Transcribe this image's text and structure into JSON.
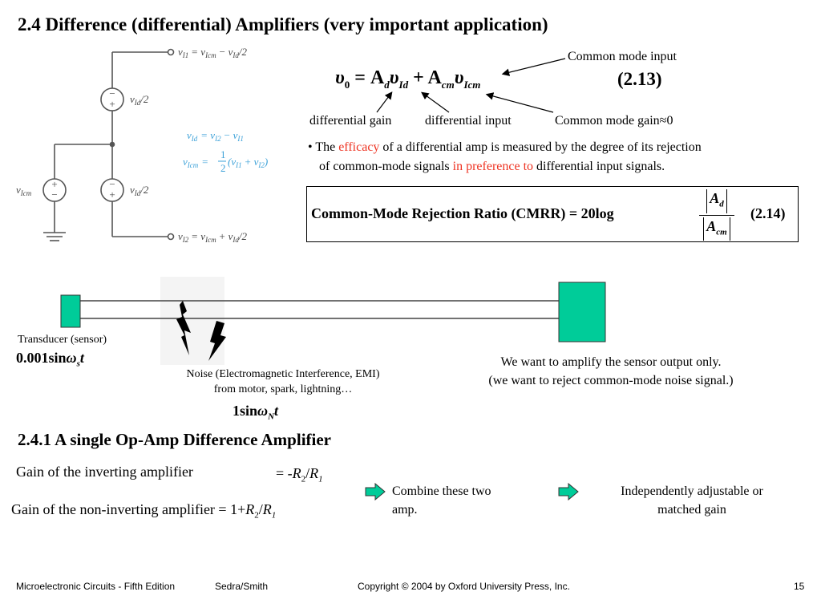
{
  "title": "2.4 Difference (differential) Amplifiers (very important application)",
  "circuit": {
    "v_i1_label": "v",
    "v_i1_sub": "I1",
    "v_i1_eq": "= v",
    "v_i1_eq_sub": "Icm",
    "v_i1_minus": "− v",
    "v_i1_minus_sub": "Id",
    "v_i1_frac": "/2",
    "v_i2_label": "v",
    "v_i2_sub": "I2",
    "v_i2_eq": "= v",
    "v_i2_eq_sub": "Icm",
    "v_i2_plus": "+ v",
    "v_i2_plus_sub": "Id",
    "v_i2_frac": "/2",
    "src_top_label": "v",
    "src_top_sub": "Id",
    "src_top_frac": "/2",
    "src_bottom_label": "v",
    "src_bottom_sub": "Id",
    "src_bottom_frac": "/2",
    "src_cm_label": "v",
    "src_cm_sub": "Icm",
    "plus": "+",
    "minus": "−"
  },
  "cyan_equations": {
    "eq1_lhs": "v",
    "eq1_lhs_sub": "Id",
    "eq1_rhs": "= v",
    "eq1_rhs_sub1": "I2",
    "eq1_rhs_mid": "− v",
    "eq1_rhs_sub2": "I1",
    "eq2_lhs": "v",
    "eq2_lhs_sub": "Icm",
    "eq2_eq": "=",
    "eq2_num": "1",
    "eq2_den": "2",
    "eq2_open": "(v",
    "eq2_sub1": "I1",
    "eq2_plus": "+ v",
    "eq2_sub2": "I2",
    "eq2_close": ")"
  },
  "main_equation": {
    "lhs": "υ",
    "lhs_sub": "0",
    "eq": "= A",
    "ad_sub": "d",
    "upsilon1": "υ",
    "upsilon1_sub": "Id",
    "plus": "+ A",
    "acm_sub": "cm",
    "upsilon2": "υ",
    "upsilon2_sub": "Icm",
    "number": "(2.13)"
  },
  "labels": {
    "common_mode_input": "Common mode input",
    "differential_gain": "differential gain",
    "differential_input": "differential input",
    "common_mode_gain": "Common mode gain≈0"
  },
  "efficacy": {
    "bullet": "•",
    "t1": "The ",
    "t2": "efficacy",
    "t3": " of a differential amp is measured by the degree of its rejection",
    "t4": "of common-mode signals ",
    "t5": "in preference to",
    "t6": " differential input signals."
  },
  "cmrr": {
    "text": "Common-Mode Rejection Ratio (CMRR)  = 20log",
    "num": "A",
    "num_sub": "d",
    "den": "A",
    "den_sub": "cm",
    "number": "(2.14)"
  },
  "sensor": {
    "transducer_label": "Transducer (sensor)",
    "signal": "0.001sin",
    "omega": "ω",
    "omega_sub": "s",
    "t": "t",
    "noise_line1": "Noise (Electromagnetic Interference, EMI)",
    "noise_line2": "from motor, spark, lightning…",
    "noise_signal": "1sin",
    "noise_omega": "ω",
    "noise_omega_sub": "N",
    "noise_t": "t",
    "want_line1": "We want to amplify the sensor output only.",
    "want_line2": "(we want to reject common-mode noise signal.)",
    "box_color": "#00cc99"
  },
  "section": {
    "heading": "2.4.1 A single Op-Amp Difference Amplifier",
    "inv_label": "Gain of the inverting amplifier",
    "inv_value_pre": "= -",
    "inv_r2": "R",
    "inv_r2_sub": "2",
    "inv_slash": "/",
    "inv_r1": "R",
    "inv_r1_sub": "1",
    "noninv_label": "Gain of the non-inverting amplifier = 1+",
    "noninv_r2": "R",
    "noninv_r2_sub": "2",
    "noninv_slash": "/",
    "noninv_r1": "R",
    "noninv_r1_sub": "1",
    "combine_line1": "Combine these two",
    "combine_line2": "amp.",
    "indep_line1": "Independently adjustable or",
    "indep_line2": "matched gain",
    "arrow_color": "#00cc99"
  },
  "footer": {
    "book": "Microelectronic Circuits - Fifth Edition",
    "authors": "Sedra/Smith",
    "copyright": "Copyright © 2004 by Oxford University Press, Inc.",
    "page": "15"
  }
}
